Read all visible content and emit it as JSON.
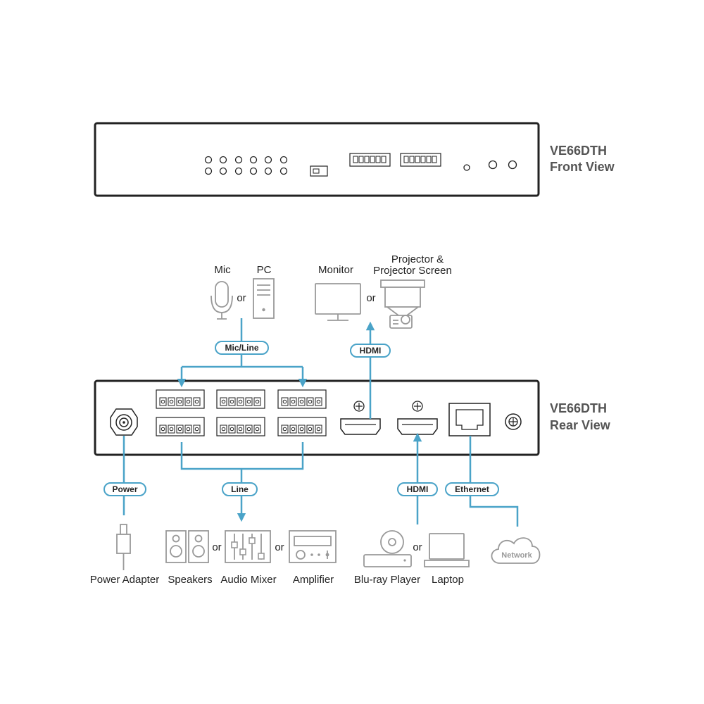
{
  "front": {
    "model": "VE66DTH",
    "view": "Front View"
  },
  "rear": {
    "model": "VE66DTH",
    "view": "Rear View"
  },
  "devices": {
    "mic": "Mic",
    "pc": "PC",
    "monitor": "Monitor",
    "projector_line1": "Projector &",
    "projector_line2": "Projector Screen",
    "power_adapter": "Power Adapter",
    "speakers": "Speakers",
    "audio_mixer": "Audio Mixer",
    "amplifier": "Amplifier",
    "bluray": "Blu-ray Player",
    "laptop": "Laptop",
    "network": "Network"
  },
  "connectors": {
    "mic_line": "Mic/Line",
    "hdmi_out": "HDMI",
    "power": "Power",
    "line": "Line",
    "hdmi_in": "HDMI",
    "ethernet": "Ethernet"
  },
  "or_word": "or",
  "colors": {
    "cable": "#4aa3c8",
    "device": "#999999",
    "chassis": "#222222"
  }
}
